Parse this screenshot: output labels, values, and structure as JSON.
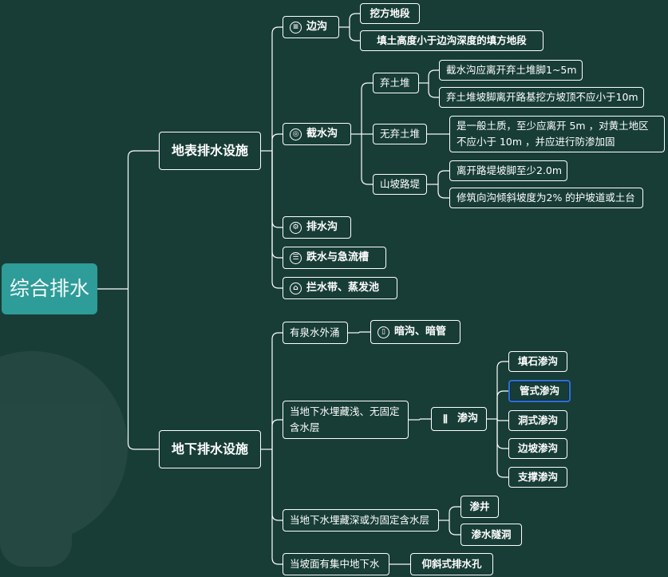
{
  "root": {
    "label": "综合排水"
  },
  "surface": {
    "label": "地表排水设施",
    "bian_gou": {
      "label": "边沟",
      "icon": "ditch-icon",
      "leaves": [
        "挖方地段",
        "填土高度小于边沟深度的填方地段"
      ]
    },
    "jie_shui_gou": {
      "label": "截水沟",
      "icon": "interception-icon",
      "qi_tu_dui": {
        "label": "弃土堆",
        "leaves": [
          "截水沟应离开弃土堆脚1~5m",
          "弃土堆坡脚离开路基挖方坡顶不应小于10m"
        ]
      },
      "wu_qi_tu_dui": {
        "label": "无弃土堆",
        "leaf": "是一般土质，至少应离开 5m ，对黄土地区不应小于 10m ，并应进行防渗加固"
      },
      "shan_po_lu_ti": {
        "label": "山坡路堤",
        "leaves": [
          "离开路堤坡脚至少2.0m",
          "修筑向沟倾斜坡度为2% 的护坡道或土台"
        ]
      }
    },
    "pai_shui_gou": {
      "label": "排水沟",
      "icon": "drainage-icon"
    },
    "die_shui": {
      "label": "跌水与急流槽",
      "icon": "chute-icon"
    },
    "lan_shui_dai": {
      "label": "拦水带、蒸发池",
      "icon": "pool-icon"
    }
  },
  "underground": {
    "label": "地下排水设施",
    "spring": {
      "label": "有泉水外涌",
      "child": "暗沟、暗管",
      "icon": "pipe-icon"
    },
    "shallow": {
      "label": "当地下水埋藏浅、无固定含水层",
      "shen_gou": {
        "label": "渗沟",
        "icon": "seepage-icon",
        "leaves": [
          "填石渗沟",
          "管式渗沟",
          "洞式渗沟",
          "边坡渗沟",
          "支撑渗沟"
        ]
      }
    },
    "deep": {
      "label": "当地下水埋藏深或为固定含水层",
      "leaves": [
        "渗井",
        "渗水隧洞"
      ]
    },
    "slope": {
      "label": "当坡面有集中地下水",
      "child": "仰斜式排水孔"
    }
  },
  "colors": {
    "background": "#173d36",
    "root": "#2e9c98",
    "line": "#ffffff",
    "selected": "#2f6fd0"
  }
}
